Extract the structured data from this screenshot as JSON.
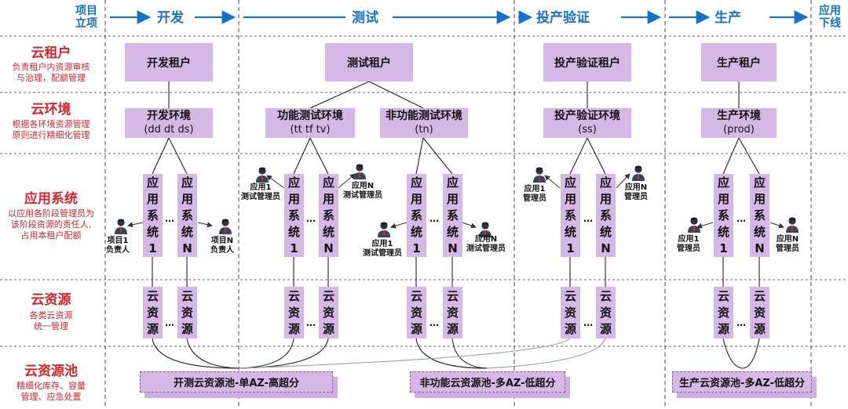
{
  "phases": {
    "start": [
      "项目",
      "立项"
    ],
    "dev": "开发",
    "test": "测试",
    "verify": "投产验证",
    "prod": "生产",
    "end": [
      "应用",
      "下线"
    ]
  },
  "rows": [
    {
      "title": "云租户",
      "desc": [
        "负责租户内资源审核",
        "与治理，配额管理"
      ]
    },
    {
      "title": "云环境",
      "desc": [
        "根据各环境资源管理",
        "原则进行精细化管理"
      ]
    },
    {
      "title": "应用系统",
      "desc": [
        "以应用各阶段管理员为",
        "该阶段资源的责任人,",
        "占用本租户配额"
      ]
    },
    {
      "title": "云资源",
      "desc": [
        "各类云资源",
        "统一管理"
      ]
    },
    {
      "title": "云资源池",
      "desc": [
        "精细化库存、容量",
        "管理、应急处置"
      ]
    }
  ],
  "tenants": {
    "dev": "开发租户",
    "test": "测试租户",
    "verify": "投产验证租户",
    "prod": "生产租户"
  },
  "envs": {
    "dev": {
      "title": "开发环境",
      "sub": "(dd dt ds)"
    },
    "func": {
      "title": "功能测试环境",
      "sub": "(tt tf tv)"
    },
    "nonfunc": {
      "title": "非功能测试环境",
      "sub": "(tn)"
    },
    "verify": {
      "title": "投产验证环境",
      "sub": "(ss)"
    },
    "prod": {
      "title": "生产环境",
      "sub": "(prod)"
    }
  },
  "app": {
    "chars1": [
      "应",
      "用",
      "系",
      "统",
      "1"
    ],
    "charsN": [
      "应",
      "用",
      "系",
      "统",
      "N"
    ],
    "ellipsis": "…"
  },
  "resource": {
    "chars": [
      "云",
      "资",
      "源"
    ],
    "ellipsis": "…"
  },
  "people": {
    "dev1": [
      "项目1",
      "负责人"
    ],
    "devN": [
      "项目N",
      "负责人"
    ],
    "func1": [
      "应用1",
      "测试管理员"
    ],
    "funcN": [
      "应用N",
      "测试管理员"
    ],
    "nf1": [
      "应用1",
      "测试管理员"
    ],
    "nfN": [
      "应用N",
      "测试管理员"
    ],
    "ver1": [
      "应用1",
      "管理员"
    ],
    "verN": [
      "应用N",
      "管理员"
    ],
    "prod1": [
      "应用1",
      "管理员"
    ],
    "prodN": [
      "应用N",
      "管理员"
    ]
  },
  "pools": {
    "devtest": "开测云资源池-单AZ-高超分",
    "nonfunc": "非功能云资源池-多AZ-低超分",
    "prod": "生产云资源池-多AZ-低超分"
  },
  "colors": {
    "phase": "#1473c8",
    "rowTitle": "#d6242a",
    "box": "#d6b8e6",
    "divider": "#555555"
  }
}
